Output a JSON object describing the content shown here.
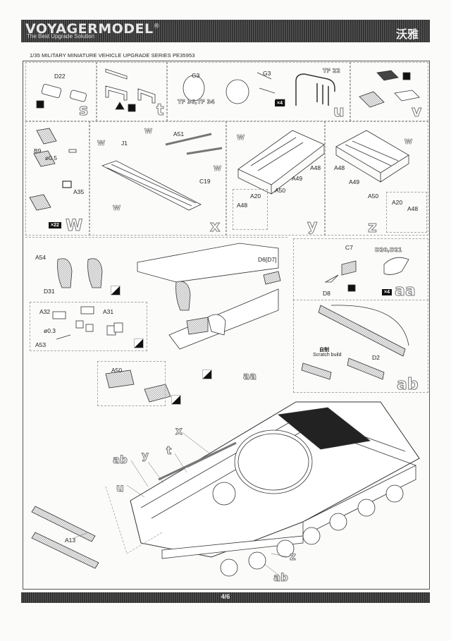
{
  "header": {
    "brand": "VOYAGERMODEL",
    "registered": "®",
    "tagline": "The Best Upgrade Solution",
    "chinese_brand": "沃雅",
    "series_line": "1/35 MILITARY MINIATURE VEHICLE  UPGRADE SERIES PE35953"
  },
  "steps": {
    "s": {
      "letter": "s",
      "parts": [
        "D22"
      ]
    },
    "t": {
      "letter": "t"
    },
    "u": {
      "letter": "u",
      "parts": [
        "G3",
        "G3",
        "TF 36,TF 34",
        "TF 22"
      ],
      "qty": "×4"
    },
    "v": {
      "letter": "v"
    },
    "w": {
      "letter": "W",
      "parts": [
        "B9",
        "ø0.5",
        "A35"
      ],
      "qty": "×22"
    },
    "x": {
      "letter": "x",
      "parts": [
        "W",
        "J1",
        "W",
        "A51",
        "W",
        "C19",
        "W"
      ]
    },
    "y": {
      "letter": "y",
      "parts": [
        "W",
        "A48",
        "A49",
        "A50",
        "A20",
        "A48"
      ]
    },
    "z": {
      "letter": "z",
      "parts": [
        "W",
        "A48",
        "A49",
        "A50",
        "A20",
        "A48"
      ]
    },
    "detail": {
      "parts": [
        "A54",
        "D31",
        "D6[D7]",
        "A32",
        "A31",
        "ø0.3",
        "A53",
        "A50"
      ],
      "ref": "aa"
    },
    "aa": {
      "letter": "aa",
      "parts": [
        "C7",
        "D8",
        "D20,D21"
      ],
      "qty": "×4"
    },
    "ab": {
      "letter": "ab",
      "parts": [
        "D2"
      ],
      "note_cn": "自制",
      "note": "Scratch build"
    }
  },
  "main_assembly": {
    "callouts": [
      "x",
      "ab",
      "y",
      "t",
      "u",
      "z",
      "ab"
    ],
    "parts": [
      "A13"
    ]
  },
  "footer": {
    "page": "4/6"
  }
}
